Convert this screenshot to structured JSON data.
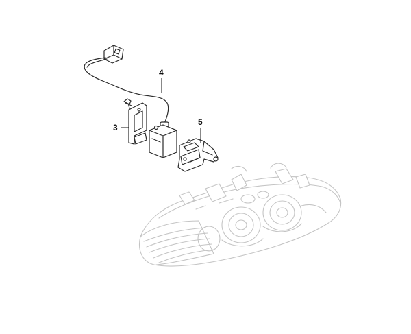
{
  "callouts": [
    {
      "id": "3",
      "label": "3"
    },
    {
      "id": "4",
      "label": "4"
    },
    {
      "id": "5",
      "label": "5"
    }
  ]
}
